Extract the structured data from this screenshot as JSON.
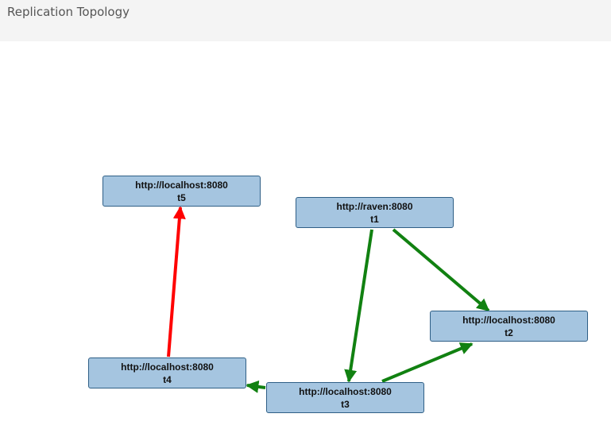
{
  "header": {
    "title": "Replication Topology"
  },
  "colors": {
    "node_fill": "#a5c5e0",
    "node_border": "#2f5f86",
    "edge_ok": "#118111",
    "edge_error": "#ff0000"
  },
  "nodes": [
    {
      "id": "t5",
      "url": "http://localhost:8080",
      "label": "t5"
    },
    {
      "id": "t1",
      "url": "http://raven:8080",
      "label": "t1"
    },
    {
      "id": "t2",
      "url": "http://localhost:8080",
      "label": "t2"
    },
    {
      "id": "t4",
      "url": "http://localhost:8080",
      "label": "t4"
    },
    {
      "id": "t3",
      "url": "http://localhost:8080",
      "label": "t3"
    }
  ],
  "edges": [
    {
      "from": "t1",
      "to": "t2",
      "status": "ok"
    },
    {
      "from": "t1",
      "to": "t3",
      "status": "ok"
    },
    {
      "from": "t3",
      "to": "t2",
      "status": "ok"
    },
    {
      "from": "t3",
      "to": "t4",
      "status": "ok"
    },
    {
      "from": "t4",
      "to": "t5",
      "status": "error"
    }
  ]
}
